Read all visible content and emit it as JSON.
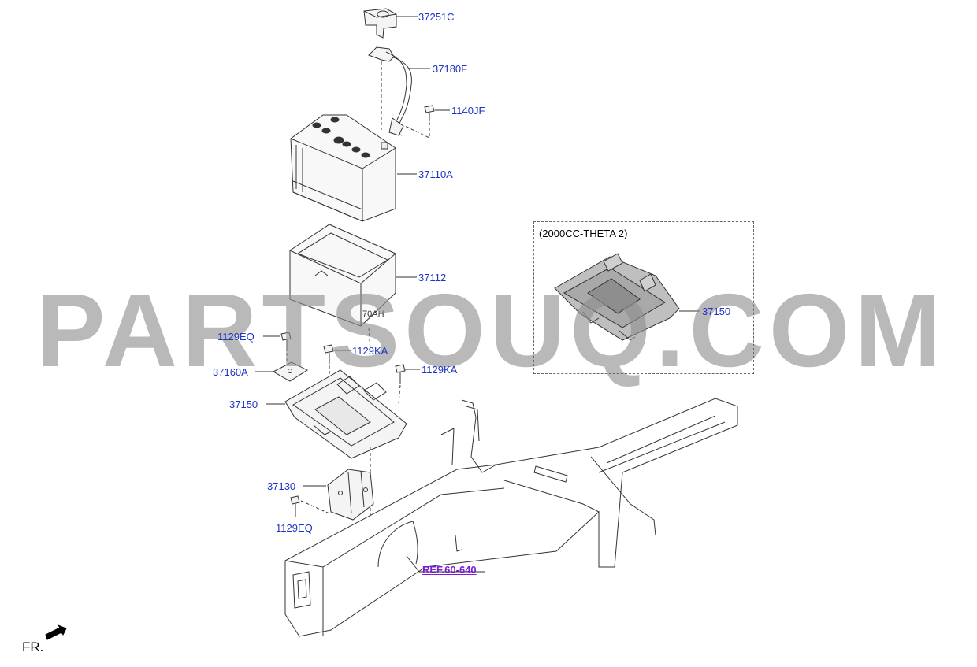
{
  "watermark": "PARTSOUQ.COM",
  "variant_box": {
    "label": "(2000CC-THETA 2)"
  },
  "parts": {
    "p37251C": "37251C",
    "p37180F": "37180F",
    "p1140JF": "1140JF",
    "p37110A": "37110A",
    "p37112": "37112",
    "p1129EQ_top": "1129EQ",
    "p1129KA_a": "1129KA",
    "p1129KA_b": "1129KA",
    "p37160A": "37160A",
    "p37150_main": "37150",
    "p37150_variant": "37150",
    "p37130": "37130",
    "p1129EQ_bottom": "1129EQ"
  },
  "reference": "REF.60-640",
  "direction": "FR.",
  "colors": {
    "link": "#1d33c4",
    "reference": "#7a1fd6",
    "watermark": "#8f8f8f"
  }
}
